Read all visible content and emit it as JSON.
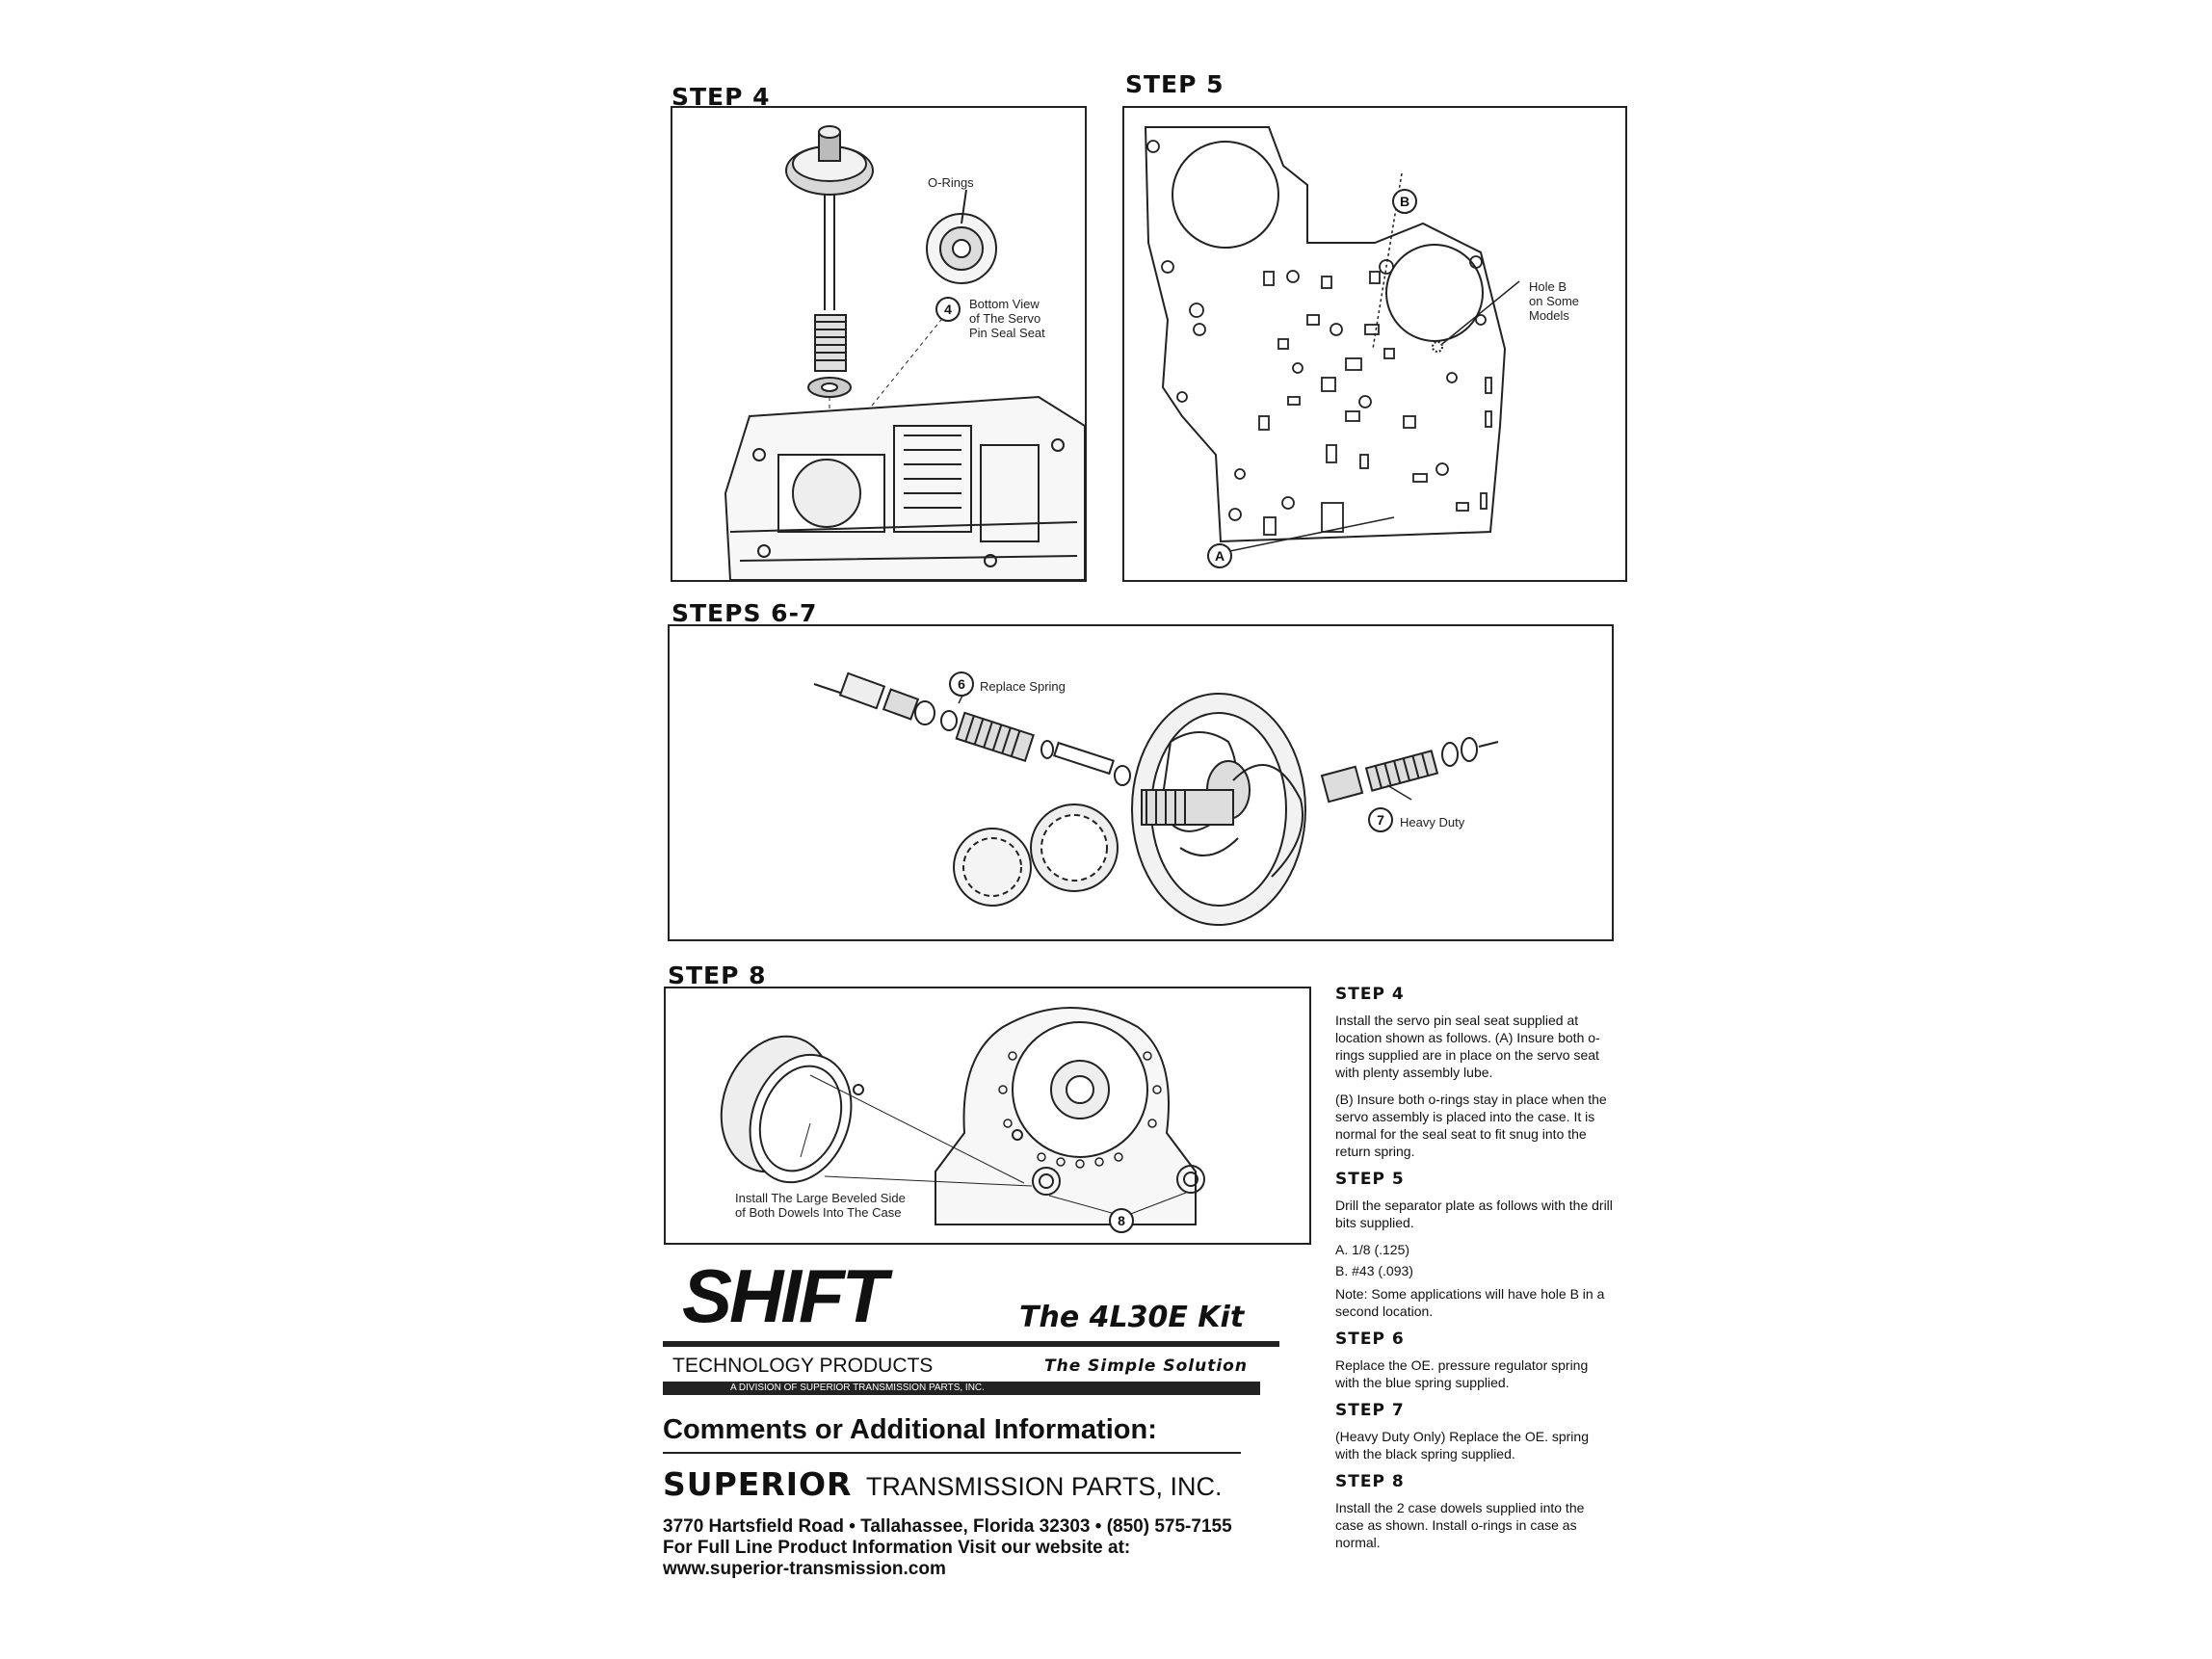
{
  "headings": {
    "step4": "STEP 4",
    "step5": "STEP 5",
    "steps67": "STEPS 6-7",
    "step8": "STEP 8"
  },
  "step4_panel": {
    "orings_label": "O-Rings",
    "callout": "4",
    "bottom_view_label": [
      "Bottom View",
      "of The Servo",
      "Pin Seal Seat"
    ]
  },
  "step5_panel": {
    "callout_a": "A",
    "callout_b": "B",
    "hole_b_label": [
      "Hole B",
      "on Some",
      "Models"
    ]
  },
  "steps67_panel": {
    "callout_6": "6",
    "replace_spring_label": "Replace Spring",
    "callout_7": "7",
    "heavy_duty_label": "Heavy Duty"
  },
  "step8_panel": {
    "install_label": [
      "Install The Large Beveled Side",
      "of Both Dowels Into The Case"
    ],
    "callout_8": "8"
  },
  "branding": {
    "logo": "SHIFT",
    "kit_name": "The 4L30E Kit",
    "technology": "TECHNOLOGY PRODUCTS",
    "tagline": "The Simple Solution",
    "division": "A DIVISION OF SUPERIOR TRANSMISSION PARTS, INC."
  },
  "contact": {
    "comments": "Comments or Additional Information:",
    "superior": "SUPERIOR",
    "superior_rest": "TRANSMISSION PARTS, INC.",
    "address": "3770 Hartsfield Road • Tallahassee, Florida 32303 • (850) 575-7155",
    "line2": "For Full Line Product Information Visit our website at:",
    "website": "www.superior-transmission.com"
  },
  "instructions": {
    "step4_title": "STEP 4",
    "step4_p1": "Install the servo pin seal seat supplied at location shown as follows. (A) Insure both o-rings supplied are in place on the servo seat with plenty assembly lube.",
    "step4_p2": "(B) Insure both o-rings stay in place when the servo assembly is placed into the case. It is normal for the seal seat to fit snug into the return spring.",
    "step5_title": "STEP 5",
    "step5_p1": "Drill the separator plate as follows with the drill bits supplied.",
    "step5_a": "A. 1/8   (.125)",
    "step5_b": "B. #43  (.093)",
    "step5_note": "Note: Some applications will have hole B in a second location.",
    "step6_title": "STEP 6",
    "step6_p": "Replace the OE. pressure regulator spring with the blue spring supplied.",
    "step7_title": "STEP 7",
    "step7_p": "(Heavy Duty Only) Replace the OE. spring with the black spring supplied.",
    "step8_title": "STEP 8",
    "step8_p": "Install the 2 case dowels supplied into the case as shown. Install o-rings in case as normal."
  }
}
